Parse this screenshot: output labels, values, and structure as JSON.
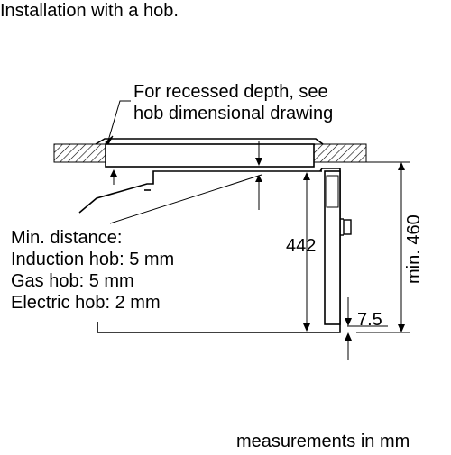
{
  "title": "Installation with a hob.",
  "recess_note": [
    "For recessed depth, see",
    "hob dimensional drawing"
  ],
  "min_distance": {
    "heading": "Min. distance:",
    "items": [
      "Induction hob: 5 mm",
      "Gas hob: 5 mm",
      "Electric hob: 2 mm"
    ]
  },
  "dimensions": {
    "appliance_height": "442",
    "niche_height": "min. 460",
    "base_gap": "7.5"
  },
  "footer": "measurements in mm"
}
